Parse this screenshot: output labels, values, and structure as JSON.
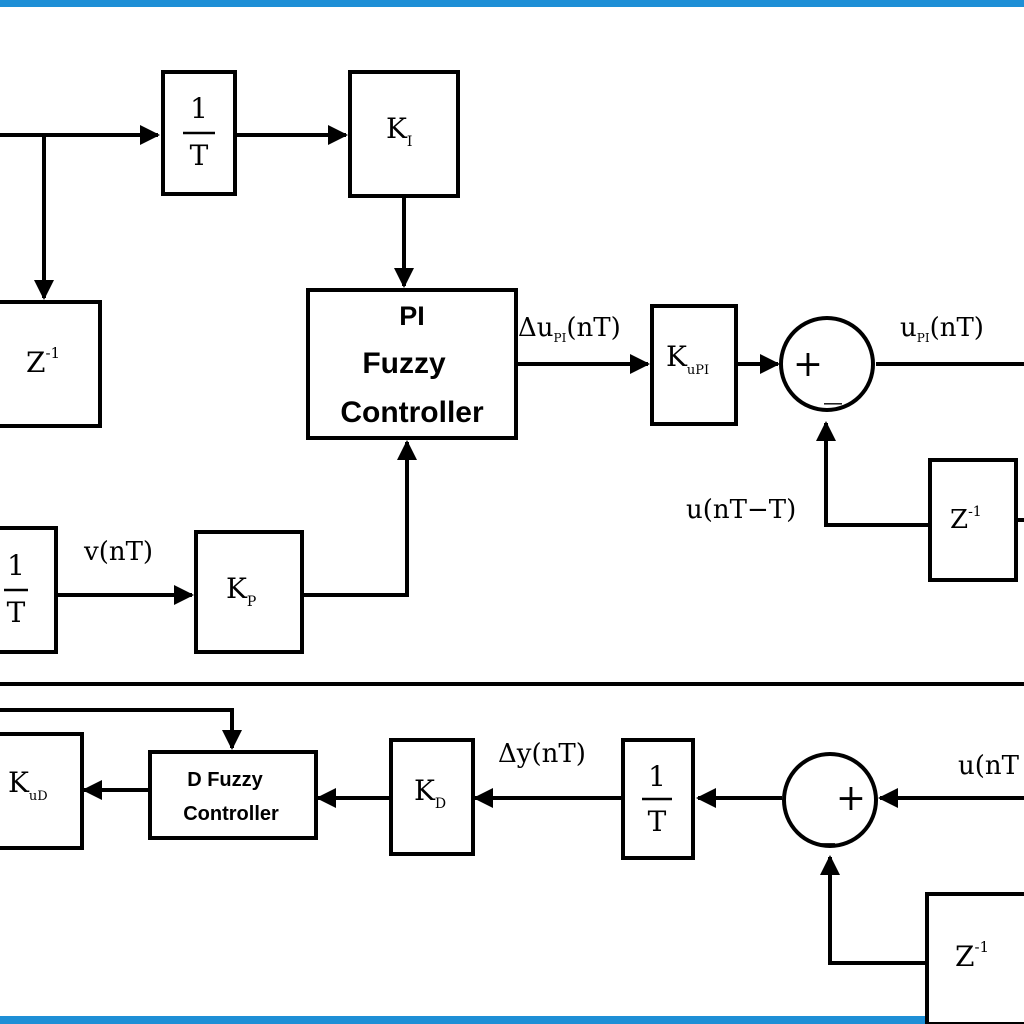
{
  "frame": {
    "border_color": "#1e8fd6"
  },
  "blocks": {
    "one_over_t_top": {
      "num": "1",
      "den": "T"
    },
    "ki": {
      "main": "K",
      "sub": "I"
    },
    "z_inv_left": {
      "main": "Z",
      "sup": "-1"
    },
    "pi_fuzzy": {
      "line1": "PI",
      "line2": "Fuzzy",
      "line3": "Controller"
    },
    "kupi": {
      "main": "K",
      "sub": "uPI"
    },
    "z_inv_right": {
      "main": "Z",
      "sup": "-1"
    },
    "one_over_t_left": {
      "num": "1",
      "den": "T"
    },
    "kp": {
      "main": "K",
      "sub": "P"
    },
    "kud": {
      "main": "K",
      "sub": "uD"
    },
    "d_fuzzy": {
      "line1": "D Fuzzy",
      "line2": "Controller"
    },
    "kd": {
      "main": "K",
      "sub": "D"
    },
    "one_over_t_bottom": {
      "num": "1",
      "den": "T"
    },
    "z_inv_bottom": {
      "main": "Z",
      "sup": "-1"
    }
  },
  "sums": {
    "top": {
      "plus": "+",
      "minus": "_"
    },
    "bottom": {
      "plus": "+",
      "minus": "_"
    }
  },
  "signals": {
    "delta_upi": {
      "pre": "Δu",
      "sub": "PI",
      "post": "(nT)"
    },
    "upi": {
      "pre": "u",
      "sub": "PI",
      "post": "(nT)"
    },
    "u_prev": "u(nT−T)",
    "v": "v(nT)",
    "delta_y": "Δy(nT)",
    "u_bottom": "u(nT"
  }
}
